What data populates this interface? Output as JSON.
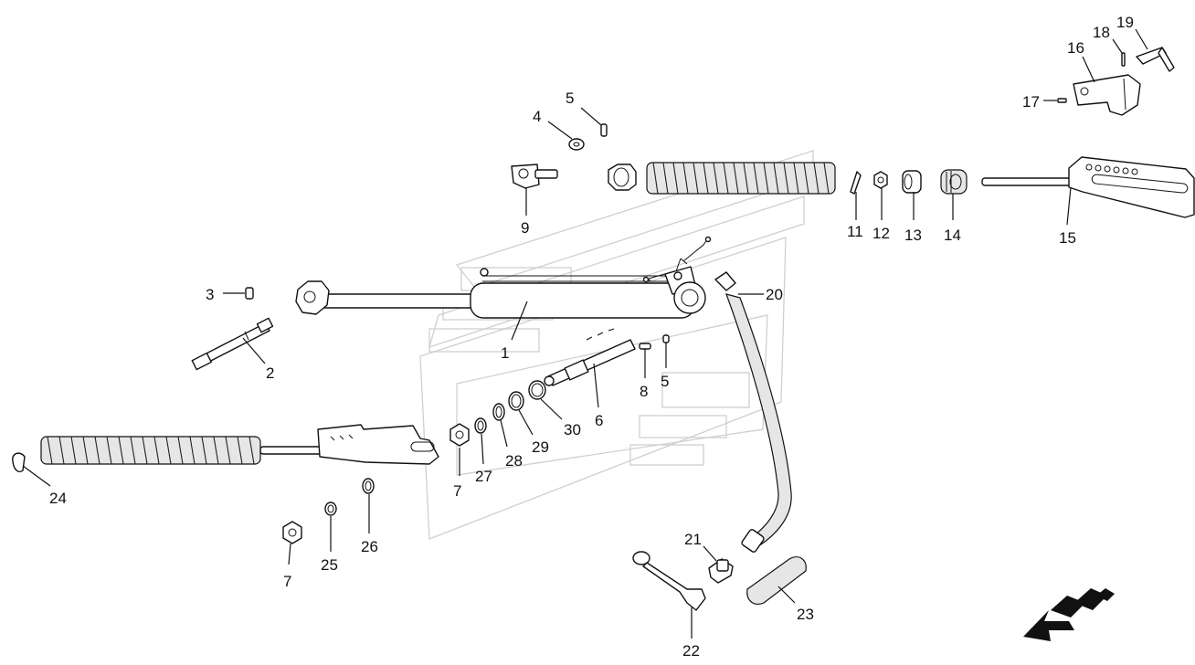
{
  "callouts": [
    {
      "id": "c1",
      "label": "1"
    },
    {
      "id": "c2",
      "label": "2"
    },
    {
      "id": "c3",
      "label": "3"
    },
    {
      "id": "c4",
      "label": "4"
    },
    {
      "id": "c5a",
      "label": "5"
    },
    {
      "id": "c5b",
      "label": "5"
    },
    {
      "id": "c6",
      "label": "6"
    },
    {
      "id": "c7a",
      "label": "7"
    },
    {
      "id": "c7b",
      "label": "7"
    },
    {
      "id": "c8",
      "label": "8"
    },
    {
      "id": "c9",
      "label": "9"
    },
    {
      "id": "c11",
      "label": "11"
    },
    {
      "id": "c12",
      "label": "12"
    },
    {
      "id": "c13",
      "label": "13"
    },
    {
      "id": "c14",
      "label": "14"
    },
    {
      "id": "c15",
      "label": "15"
    },
    {
      "id": "c16",
      "label": "16"
    },
    {
      "id": "c17",
      "label": "17"
    },
    {
      "id": "c18",
      "label": "18"
    },
    {
      "id": "c19",
      "label": "19"
    },
    {
      "id": "c20",
      "label": "20"
    },
    {
      "id": "c21",
      "label": "21"
    },
    {
      "id": "c22",
      "label": "22"
    },
    {
      "id": "c23",
      "label": "23"
    },
    {
      "id": "c24",
      "label": "24"
    },
    {
      "id": "c25",
      "label": "25"
    },
    {
      "id": "c26",
      "label": "26"
    },
    {
      "id": "c27",
      "label": "27"
    },
    {
      "id": "c28",
      "label": "28"
    },
    {
      "id": "c29",
      "label": "29"
    },
    {
      "id": "c30",
      "label": "30"
    }
  ],
  "colors": {
    "line": "#111111",
    "watermark": "#cfcfcf",
    "background": "#ffffff"
  },
  "icons": {
    "direction_indicator": "direction-arrow-icon"
  }
}
